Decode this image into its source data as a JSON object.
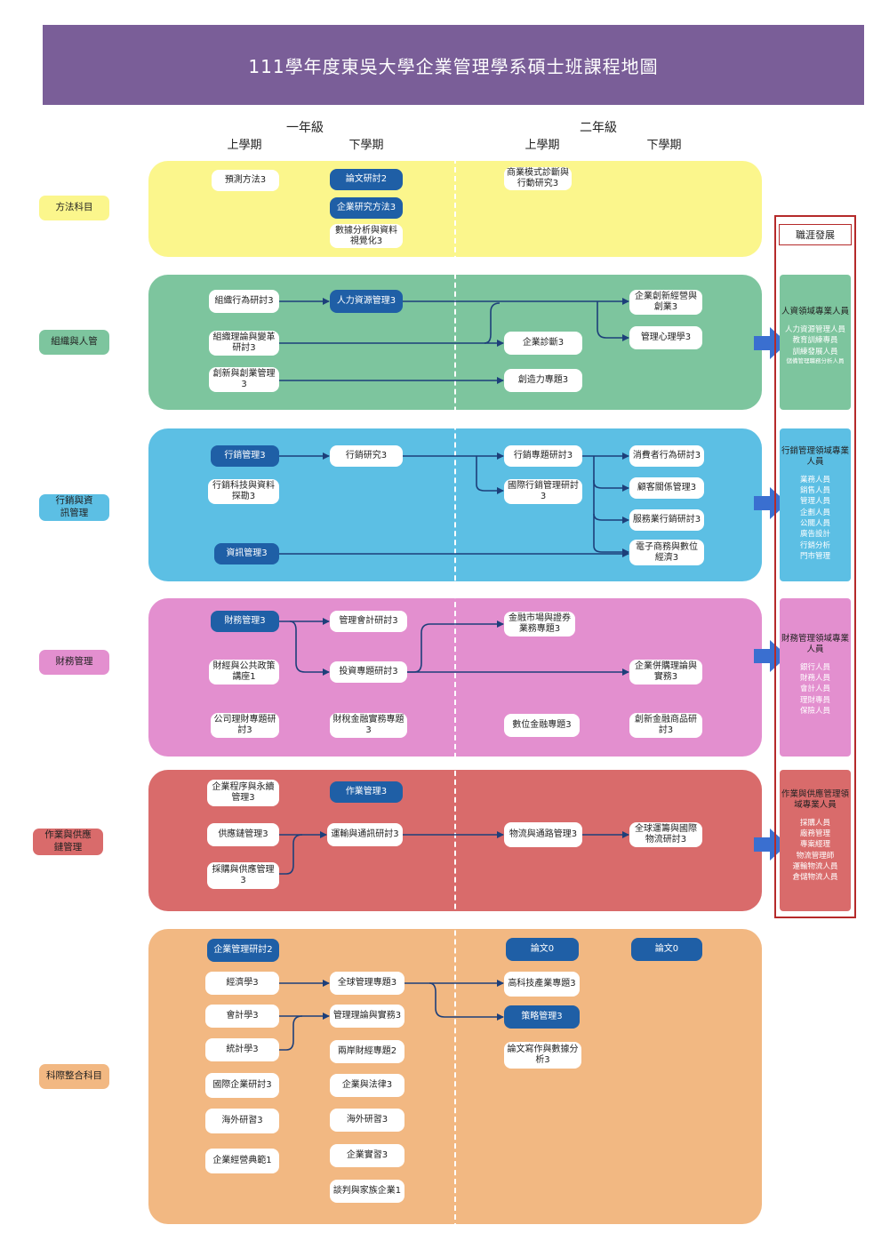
{
  "title": "111學年度東吳大學企業管理學系碩士班課程地圖",
  "headers": {
    "year1": "一年級",
    "year2": "二年級",
    "y1s1": "上學期",
    "y1s2": "下學期",
    "y2s1": "上學期",
    "y2s2": "下學期"
  },
  "categories": {
    "method": "方法科目",
    "org": "組織與人管",
    "mkt": "行銷與資訊管理",
    "fin": "財務管理",
    "ops": "作業與供應鏈管理",
    "int": "科際整合科目"
  },
  "courses": {
    "c_predict": "預測方法3",
    "c_thesis_seminar": "論文研討2",
    "c_research_method": "企業研究方法3",
    "c_data_analysis": "數據分析與資料視覺化3",
    "c_business_model": "商業模式診斷與行動研究3",
    "c_org_behavior": "組織行為研討3",
    "c_hr": "人力資源管理3",
    "c_org_theory": "組織理論與變革研討3",
    "c_innovation_venture": "創新與創業管理3",
    "c_diagnosis": "企業診斷3",
    "c_creativity": "創造力專題3",
    "c_innovation_biz": "企業創新經營與創業3",
    "c_psych": "管理心理學3",
    "c_marketing": "行銷管理3",
    "c_marketing_research": "行銷研究3",
    "c_mkt_tech": "行銷科技與資料探勘3",
    "c_info_mgmt": "資訊管理3",
    "c_mkt_seminar": "行銷專題研討3",
    "c_intl_mkt": "國際行銷管理研討3",
    "c_consumer": "消費者行為研討3",
    "c_crm": "顧客關係管理3",
    "c_service_mkt": "服務業行銷研討3",
    "c_ecommerce": "電子商務與數位經濟3",
    "c_finance": "財務管理3",
    "c_mgmt_acct": "管理會計研討3",
    "c_public_policy": "財經與公共政策講座1",
    "c_investment": "投資專題研討3",
    "c_corp_finance": "公司理財專題研討3",
    "c_tax": "財稅金融實務專題3",
    "c_fin_market": "金融市場與證券業務專題3",
    "c_fintech": "數位金融專題3",
    "c_mna": "企業併購理論與實務3",
    "c_fin_product": "創新金融商品研討3",
    "c_process": "企業程序與永續管理3",
    "c_ops_mgmt": "作業管理3",
    "c_supply_chain": "供應鏈管理3",
    "c_procurement": "採購與供應管理3",
    "c_transport": "運輸與通訊研討3",
    "c_logistics": "物流與通路管理3",
    "c_global_ops": "全球運籌與國際物流研討3",
    "c_mgmt_seminar": "企業管理研討2",
    "c_econ": "經濟學3",
    "c_acct": "會計學3",
    "c_stats": "統計學3",
    "c_intl_biz": "國際企業研討3",
    "c_overseas1": "海外研習3",
    "c_biz_classic": "企業經營典範1",
    "c_global_mgmt": "全球管理專題3",
    "c_mgmt_theory": "管理理論與實務3",
    "c_cross_strait": "兩岸財經專題2",
    "c_law": "企業與法律3",
    "c_overseas2": "海外研習3",
    "c_internship": "企業實習3",
    "c_negotiation": "談判與家族企業1",
    "c_thesis1": "論文0",
    "c_hightech": "高科技產業專題3",
    "c_strategy": "策略管理3",
    "c_thesis_writing": "論文寫作與數據分析3",
    "c_thesis2": "論文0"
  },
  "career": {
    "label": "職涯發展",
    "org": {
      "title": "人資領域專業人員",
      "list": [
        "人力資源管理人員",
        "教育訓練專員",
        "訓練發展人員",
        "儲備管理職務分析人員"
      ]
    },
    "mkt": {
      "title": "行銷管理領域專業人員",
      "list": [
        "業務人員",
        "銷售人員",
        "管理人員",
        "企劃人員",
        "公關人員",
        "廣告設計",
        "行銷分析",
        "門市管理"
      ]
    },
    "fin": {
      "title": "財務管理領域專業人員",
      "list": [
        "銀行人員",
        "財務人員",
        "會計人員",
        "理財專員",
        "保險人員"
      ]
    },
    "ops": {
      "title": "作業與供應管理領域專業人員",
      "list": [
        "採購人員",
        "廠務管理",
        "專案經理",
        "物流管理師",
        "運輸物流人員",
        "倉儲物流人員"
      ]
    }
  },
  "colors": {
    "banner": "#7a5e98",
    "method": "#fbf68c",
    "org": "#7dc59e",
    "mkt": "#5cbfe4",
    "fin": "#e38fcf",
    "ops": "#d96b6b",
    "int": "#f2b882",
    "core": "#1f5fa6",
    "career_frame": "#b52a2a",
    "arrow": "#3a6fd0"
  }
}
